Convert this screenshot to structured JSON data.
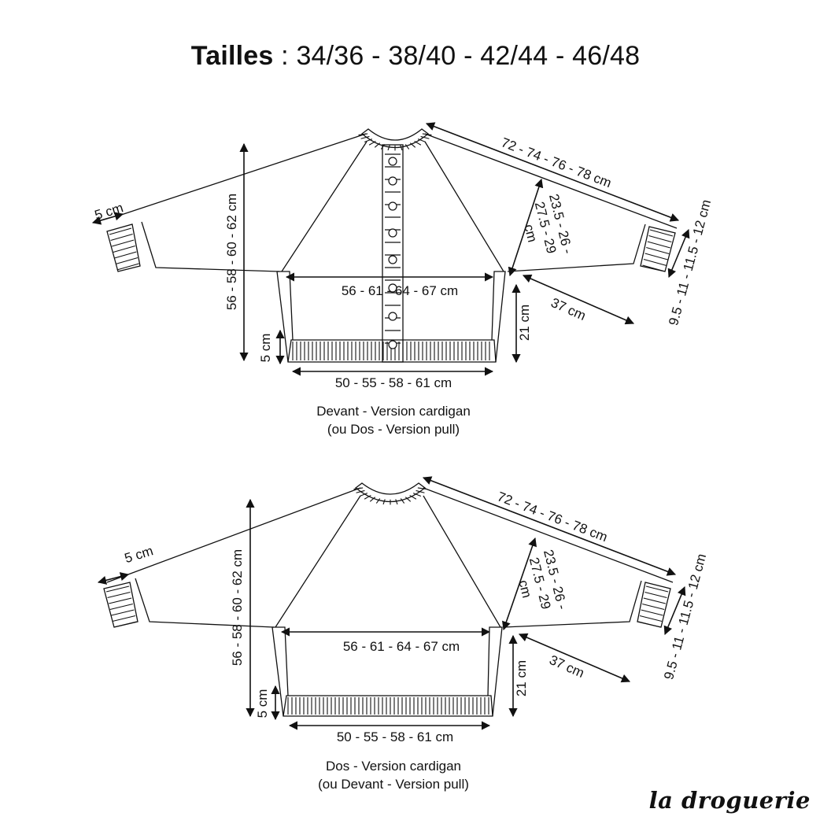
{
  "title": {
    "bold": "Tailles",
    "rest": " : 34/36 - 38/40 - 42/44 - 46/48"
  },
  "diagrams": [
    {
      "sleeve_length": "72 - 74 - 76 - 78 cm",
      "armhole_depth": [
        "23.5 - 26 -",
        "27.5 - 29",
        "cm"
      ],
      "cuff_width": "9.5 - 11 - 11.5 - 12 cm",
      "underarm": "37 cm",
      "cuff_rib": "5 cm",
      "total_length": "56 - 58 - 60 - 62 cm",
      "chest_width": "56 - 61 - 64 - 67 cm",
      "side_length": "21 cm",
      "rib_height": "5 cm",
      "hem_width": "50 - 55 - 58 - 61 cm",
      "caption": [
        "Devant - Version cardigan",
        "(ou Dos - Version pull)"
      ]
    },
    {
      "sleeve_length": "72 - 74 - 76 - 78 cm",
      "armhole_depth": [
        "23.5 - 26 -",
        "27.5 - 29",
        "cm"
      ],
      "cuff_width": "9.5 - 11 - 11.5 - 12 cm",
      "underarm": "37 cm",
      "cuff_rib": "5 cm",
      "total_length": "56 - 58 - 60 - 62 cm",
      "chest_width": "56 - 61 - 64 - 67 cm",
      "side_length": "21 cm",
      "rib_height": "5 cm",
      "hem_width": "50 - 55 - 58 - 61 cm",
      "caption": [
        "Dos - Version cardigan",
        "(ou Devant - Version pull)"
      ]
    }
  ],
  "logo": "la droguerie"
}
